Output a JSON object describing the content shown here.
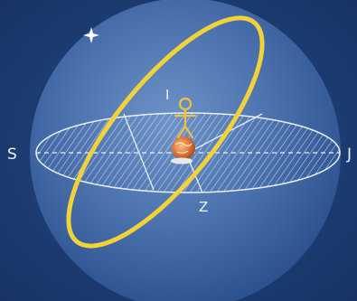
{
  "labels": {
    "south": "S",
    "north": "J",
    "zenith": "I",
    "observer_point": "Z"
  },
  "icons": [
    "star-icon",
    "observer-figure-icon",
    "earth-globe-icon"
  ],
  "colors": {
    "background": "#1c3e74",
    "sphere": "#4f78b4",
    "horizon_plane": "#d8e6f8",
    "orbit_ring": "#f2d23a",
    "observer": "#f0c23a",
    "earth": "#e8863a"
  }
}
